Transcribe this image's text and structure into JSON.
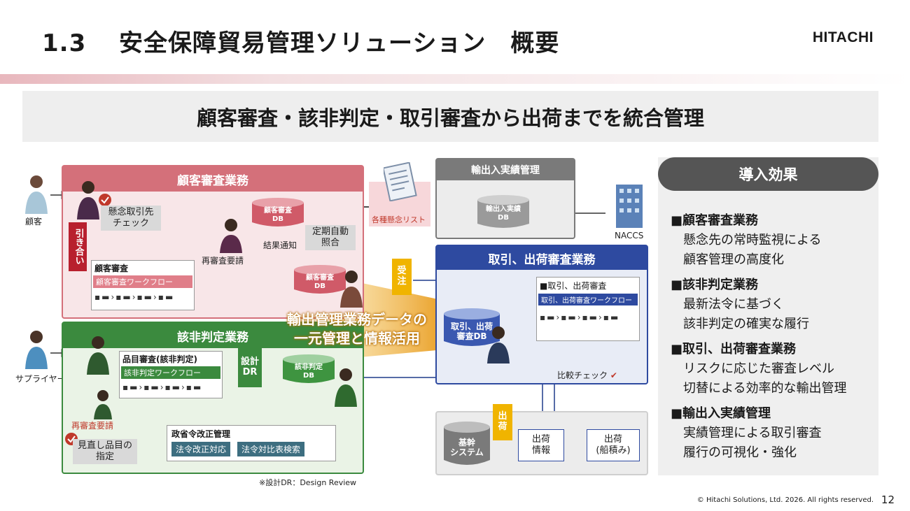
{
  "header": {
    "number": "1.3",
    "title": "安全保障貿易管理ソリューション　概要",
    "logo": "HITACHI"
  },
  "banner": "顧客審査・該非判定・取引審査から出荷までを統合管理",
  "actors": {
    "customer": "顧客",
    "supplier": "サプライヤー",
    "naccs": "NACCS",
    "watchlist": "各種懸念リスト"
  },
  "customer_review": {
    "title": "顧客審査業務",
    "inquiry": "引き合い",
    "check": "懸念取引先\nチェック",
    "db": "顧客審査\nDB",
    "periodic": "定期自動\n照合",
    "notify": "結果通知",
    "rereview": "再審査要請",
    "workflow_title": "顧客審査",
    "workflow_label": "顧客審査ワークフロー",
    "db2": "顧客審査\nDB"
  },
  "classification": {
    "title": "該非判定業務",
    "item_review": "品目審査(該非判定)",
    "workflow_label": "該非判定ワークフロー",
    "design_dr": "設計\nDR",
    "db": "該非判定\nDB",
    "rereview": "再審査要請",
    "review_items": "見直し品目の\n指定",
    "law_title": "政省令改正管理",
    "law1": "法令改正対応",
    "law2": "法令対比表検索"
  },
  "central": {
    "line1": "輸出管理業務データの",
    "line2": "一元管理と情報活用"
  },
  "trade_record": {
    "title": "輸出入実績管理",
    "db": "輸出入実績\nDB"
  },
  "transaction": {
    "title": "取引、出荷審査業務",
    "order": "受\n注",
    "db": "取引、出荷\n審査DB",
    "review_title": "■取引、出荷審査",
    "workflow_label": "取引、出荷審査ワークフロー",
    "compare": "比較チェック"
  },
  "shipping": {
    "tag": "出\n荷",
    "core": "基幹\nシステム",
    "info": "出荷\n情報",
    "loading": "出荷\n(船積み)"
  },
  "effects": {
    "title": "導入効果",
    "items": [
      {
        "head": "■顧客審査業務",
        "lines": [
          "懸念先の常時監視による",
          "顧客管理の高度化"
        ]
      },
      {
        "head": "■該非判定業務",
        "lines": [
          "最新法令に基づく",
          "該非判定の確実な履行"
        ]
      },
      {
        "head": "■取引、出荷審査業務",
        "lines": [
          "リスクに応じた審査レベル",
          "切替による効率的な輸出管理"
        ]
      },
      {
        "head": "■輸出入実績管理",
        "lines": [
          "実績管理による取引審査",
          "履行の可視化・強化"
        ]
      }
    ]
  },
  "footnote": "※設計DR：Design Review",
  "copyright": "© Hitachi Solutions, Ltd. 2026. All rights reserved.",
  "page": "12",
  "colors": {
    "red_panel": "#d4707a",
    "red_fill": "#f8e6e8",
    "green_panel": "#3b8a3e",
    "green_fill": "#eaf3e6",
    "blue_panel": "#2e4aa0",
    "gray_panel": "#7a7a7a",
    "tag_yellow": "#f0b400"
  }
}
